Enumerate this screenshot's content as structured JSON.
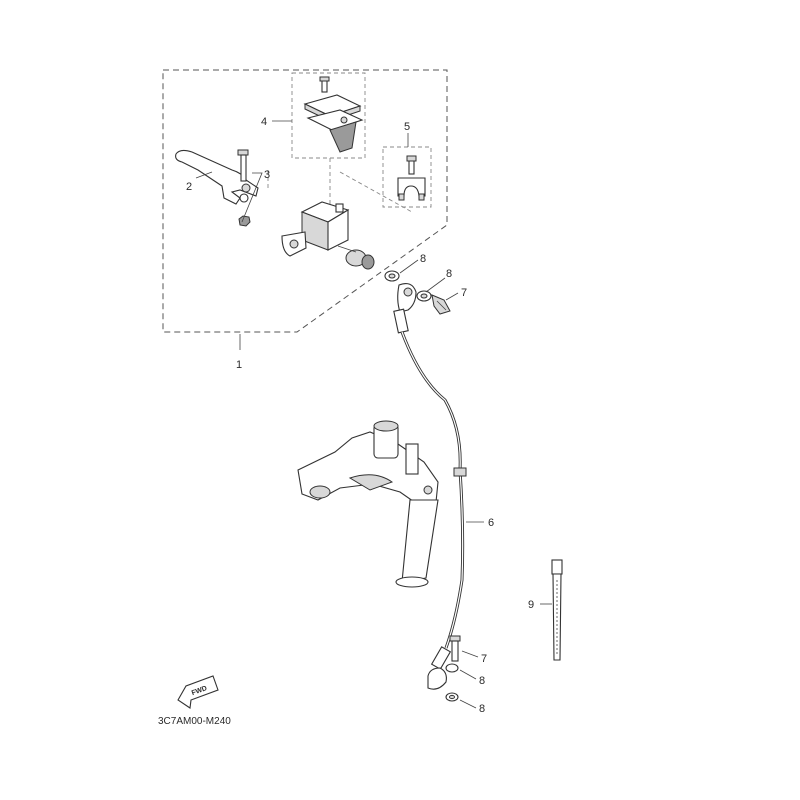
{
  "diagram_code": "3C7AM00-M240",
  "fwd_label": "FWD",
  "callouts": {
    "c1": "1",
    "c2": "2",
    "c3": "3",
    "c4": "4",
    "c5": "5",
    "c6": "6",
    "c7a": "7",
    "c7b": "7",
    "c8a": "8",
    "c8b": "8",
    "c8c": "8",
    "c8d": "8",
    "c9": "9"
  }
}
